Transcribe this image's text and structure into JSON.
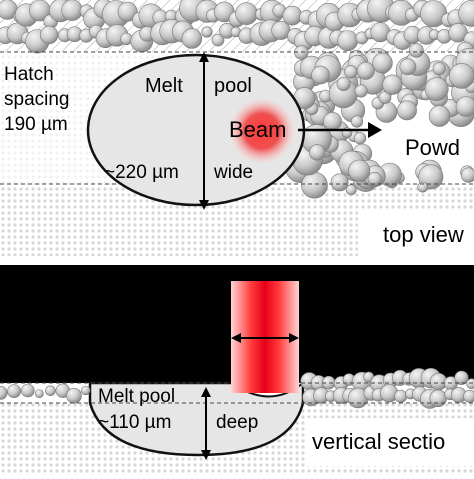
{
  "top_panel": {
    "hatch_label_line1": "Hatch",
    "hatch_label_line2": "spacing",
    "hatch_label_line3": "190 µm",
    "melt_label": "Melt",
    "pool_label": "pool",
    "beam_label": "Beam",
    "powder_label": "Powd",
    "width_label": "~220 µm",
    "wide_label": "wide",
    "view_label": "top view"
  },
  "bottom_panel": {
    "melt_pool_label": "Melt pool",
    "depth_label": "~110 µm",
    "deep_label": "deep",
    "section_label": "vertical sectio"
  },
  "colors": {
    "powder": "#c8c8c8",
    "beam_red": "#e8202a",
    "substrate_black": "#000000"
  }
}
